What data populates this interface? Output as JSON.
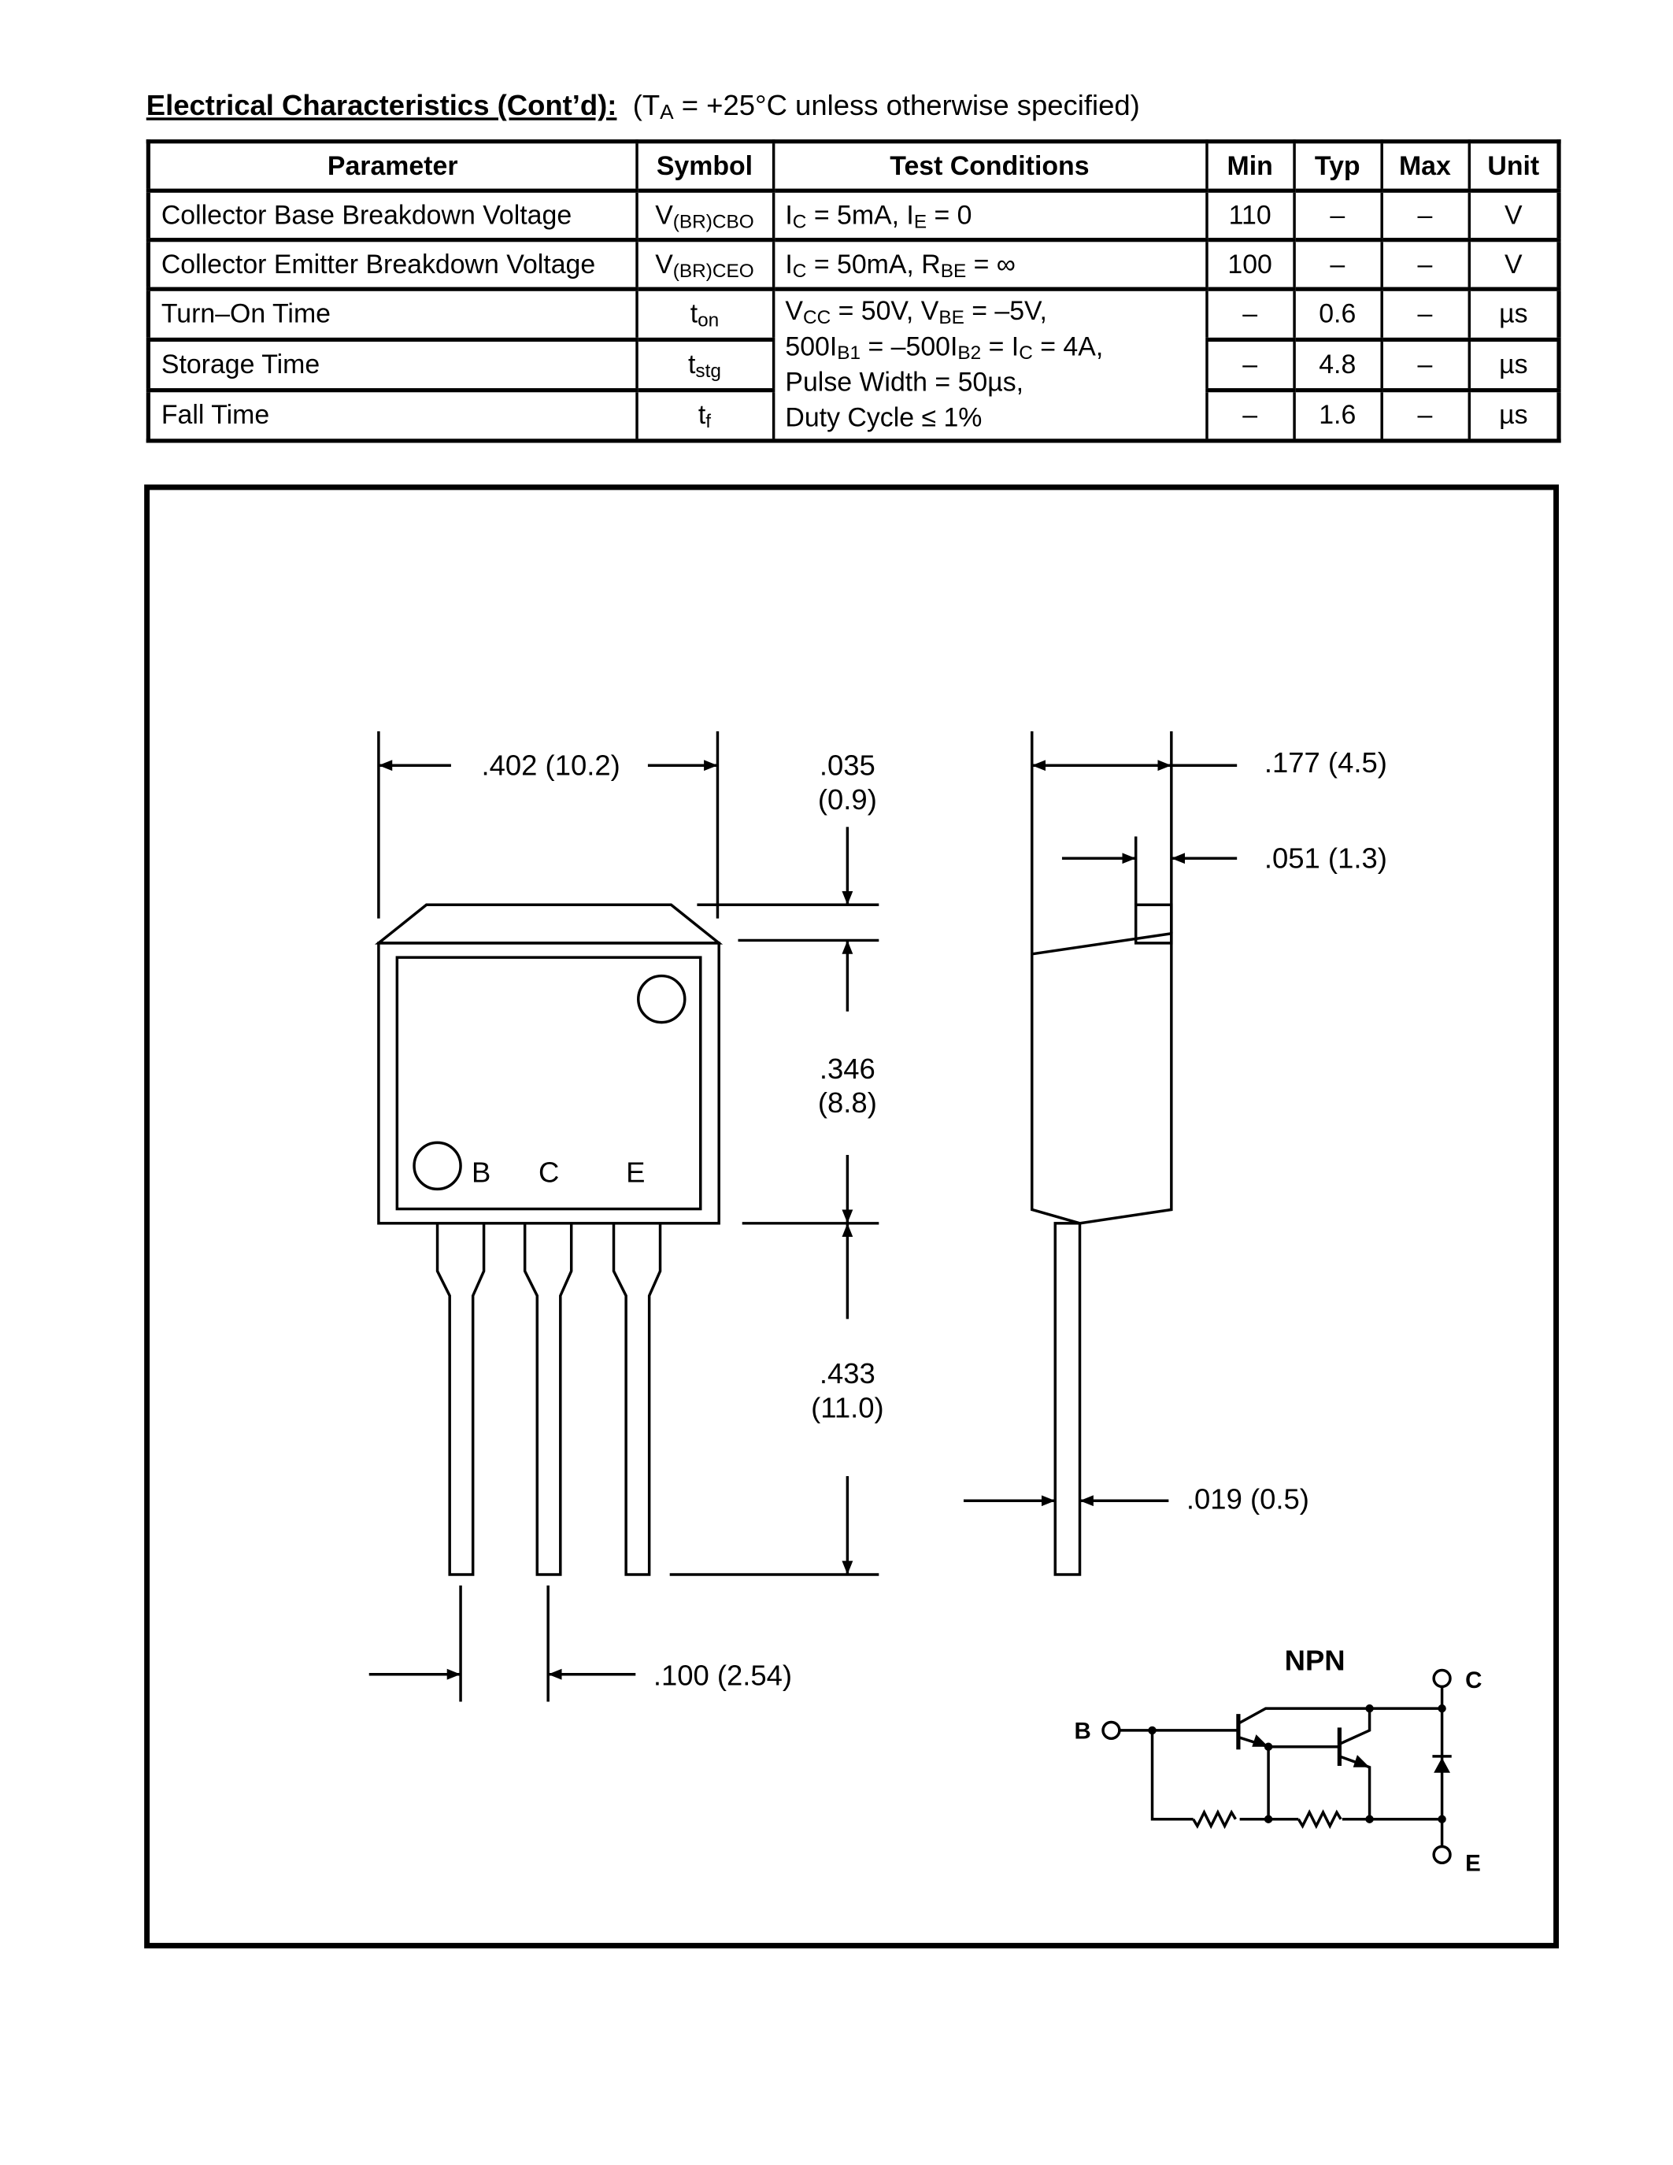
{
  "heading": {
    "title": "Electrical Characteristics (Cont’d):",
    "cond_pre": "(T",
    "cond_sub": "A",
    "cond_post": " = +25°C unless otherwise specified)"
  },
  "table": {
    "headers": [
      "Parameter",
      "Symbol",
      "Test Conditions",
      "Min",
      "Typ",
      "Max",
      "Unit"
    ],
    "rows": [
      {
        "parameter": "Collector Base Breakdown Voltage",
        "symbol": "V",
        "symbol_sub": "(BR)CBO",
        "cond": [
          "I",
          "C",
          " = 5mA, I",
          "E",
          " = 0"
        ],
        "min": "110",
        "typ": "–",
        "max": "–",
        "unit": "V"
      },
      {
        "parameter": "Collector Emitter Breakdown Voltage",
        "symbol": "V",
        "symbol_sub": "(BR)CEO",
        "cond": [
          "I",
          "C",
          " = 50mA, R",
          "BE",
          " = ∞"
        ],
        "min": "100",
        "typ": "–",
        "max": "–",
        "unit": "V"
      },
      {
        "parameter": "Turn–On Time",
        "symbol": "t",
        "symbol_sub": "on",
        "min": "–",
        "typ": "0.6",
        "max": "–",
        "unit": "µs"
      },
      {
        "parameter": "Storage Time",
        "symbol": "t",
        "symbol_sub": "stg",
        "min": "–",
        "typ": "4.8",
        "max": "–",
        "unit": "µs"
      },
      {
        "parameter": "Fall Time",
        "symbol": "t",
        "symbol_sub": "f",
        "min": "–",
        "typ": "1.6",
        "max": "–",
        "unit": "µs"
      }
    ],
    "switching_cond": {
      "line1": [
        "V",
        "CC",
        " = 50V, V",
        "BE",
        " = –5V,"
      ],
      "line2": [
        "500I",
        "B1",
        " = –500I",
        "B2",
        " = I",
        "C",
        " = 4A,"
      ],
      "line3": "Pulse Width = 50µs,",
      "line4": "Duty Cycle ≤ 1%"
    }
  },
  "drawing": {
    "dims": {
      "width": ".402 (10.2)",
      "tab_in": ".035",
      "tab_mm": "(0.9)",
      "body_in": ".346",
      "body_mm": "(8.8)",
      "lead_in": ".433",
      "lead_mm": "(11.0)",
      "pitch": ".100 (2.54)",
      "depth": ".177 (4.5)",
      "tab_thk": ".051 (1.3)",
      "lead_thk": ".019 (0.5)"
    },
    "pins": [
      "B",
      "C",
      "E"
    ],
    "schematic": {
      "type": "NPN",
      "base": "B",
      "collector": "C",
      "emitter": "E"
    }
  }
}
